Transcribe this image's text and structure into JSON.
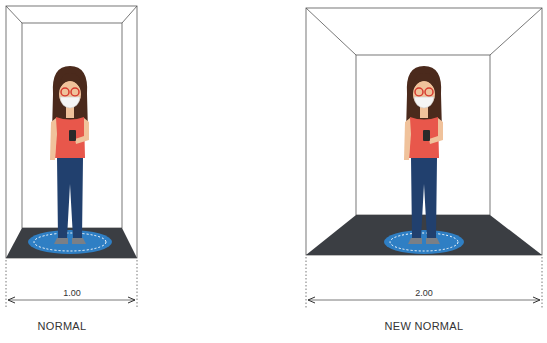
{
  "diagram": {
    "labels": [
      "1.00",
      "NORMAL",
      "2.00",
      "NEW NORMAL"
    ]
  }
}
